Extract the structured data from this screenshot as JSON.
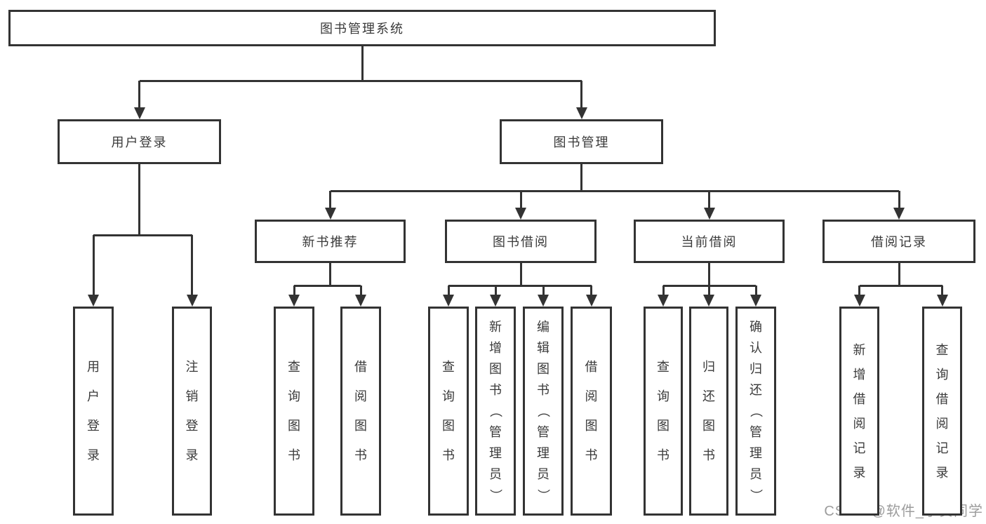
{
  "diagram": {
    "root": "图书管理系统",
    "level2": [
      {
        "label": "用户登录",
        "children": [
          "用户登录",
          "注销登录"
        ]
      },
      {
        "label": "图书管理"
      }
    ],
    "groups": [
      {
        "label": "新书推荐",
        "children": [
          "查询图书",
          "借阅图书"
        ]
      },
      {
        "label": "图书借阅",
        "children": [
          "查询图书",
          "新增图书（管理员）",
          "编辑图书（管理员）",
          "借阅图书"
        ]
      },
      {
        "label": "当前借阅",
        "children": [
          "查询图书",
          "归还图书",
          "确认归还（管理员）"
        ]
      },
      {
        "label": "借阅记录",
        "children": [
          "新增借阅记录",
          "查询借阅记录"
        ]
      }
    ]
  },
  "watermark": "CSDN @软件_小贺同学",
  "colors": {
    "line": "#333333",
    "text": "#3a3a3a",
    "watermark": "#9c9c9c",
    "background": "#ffffff"
  }
}
